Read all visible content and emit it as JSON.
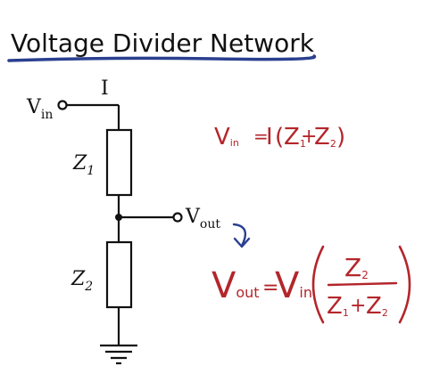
{
  "title": "Voltage Divider Network",
  "colors": {
    "ink": "#111111",
    "title_underline": "#2a3f8f",
    "annotation_red": "#b3262b",
    "arrow_blue": "#2a3f8f"
  },
  "circuit": {
    "vin_label": "V",
    "vin_sub": "in",
    "current_label": "I",
    "z1_label": "Z",
    "z1_sub": "1",
    "z2_label": "Z",
    "z2_sub": "2",
    "vout_label": "V",
    "vout_sub": "out",
    "ground_icon": "ground-symbol"
  },
  "equations": {
    "eq1": {
      "lhs_main": "V",
      "lhs_sub": "in",
      "equals": "=",
      "i": "I",
      "open_paren": "(",
      "z1_main": "Z",
      "z1_sub": "1",
      "plus": "+",
      "z2_main": "Z",
      "z2_sub": "2",
      "close_paren": ")"
    },
    "eq2": {
      "lhs_main": "V",
      "lhs_sub": "out",
      "equals": "=",
      "vin_main": "V",
      "vin_sub": "in",
      "num_main": "Z",
      "num_sub": "2",
      "den_z1_main": "Z",
      "den_z1_sub": "1",
      "den_plus": "+",
      "den_z2_main": "Z",
      "den_z2_sub": "2"
    }
  }
}
